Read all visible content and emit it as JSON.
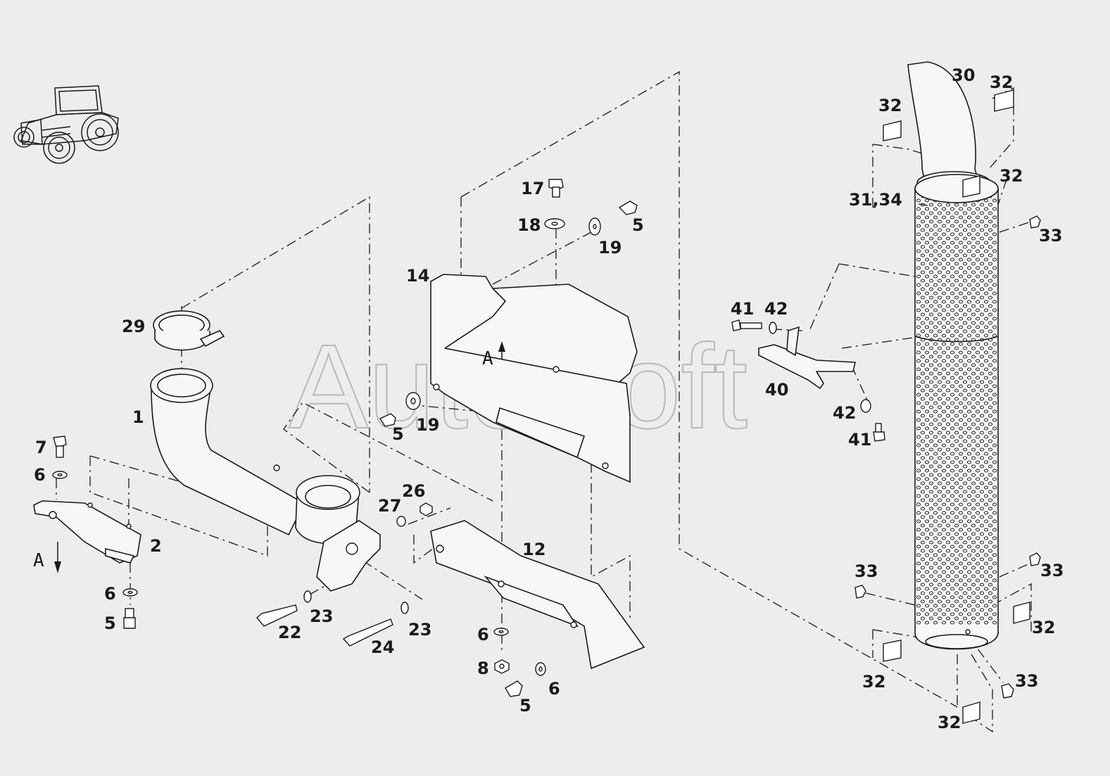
{
  "watermark": "AutoSoft",
  "view_markers": [
    "A",
    "A"
  ],
  "callouts": [
    {
      "id": "c30",
      "text": "30"
    },
    {
      "id": "c32a",
      "text": "32"
    },
    {
      "id": "c32b",
      "text": "32"
    },
    {
      "id": "c32c",
      "text": "32"
    },
    {
      "id": "c3134",
      "text": "31,34"
    },
    {
      "id": "c33a",
      "text": "33"
    },
    {
      "id": "c17",
      "text": "17"
    },
    {
      "id": "c18",
      "text": "18"
    },
    {
      "id": "c5a",
      "text": "5"
    },
    {
      "id": "c19a",
      "text": "19"
    },
    {
      "id": "c14",
      "text": "14"
    },
    {
      "id": "c29",
      "text": "29"
    },
    {
      "id": "c41a",
      "text": "41"
    },
    {
      "id": "c42a",
      "text": "42"
    },
    {
      "id": "c40",
      "text": "40"
    },
    {
      "id": "c42b",
      "text": "42"
    },
    {
      "id": "c41b",
      "text": "41"
    },
    {
      "id": "c1",
      "text": "1"
    },
    {
      "id": "c5b",
      "text": "5"
    },
    {
      "id": "c19b",
      "text": "19"
    },
    {
      "id": "c7",
      "text": "7"
    },
    {
      "id": "c6a",
      "text": "6"
    },
    {
      "id": "c26",
      "text": "26"
    },
    {
      "id": "c27",
      "text": "27"
    },
    {
      "id": "c2",
      "text": "2"
    },
    {
      "id": "c12",
      "text": "12"
    },
    {
      "id": "c33b",
      "text": "33"
    },
    {
      "id": "c33c",
      "text": "33"
    },
    {
      "id": "c6b",
      "text": "6"
    },
    {
      "id": "c5c",
      "text": "5"
    },
    {
      "id": "c23a",
      "text": "23"
    },
    {
      "id": "c22",
      "text": "22"
    },
    {
      "id": "c23b",
      "text": "23"
    },
    {
      "id": "c24",
      "text": "24"
    },
    {
      "id": "c6c",
      "text": "6"
    },
    {
      "id": "c8",
      "text": "8"
    },
    {
      "id": "c6d",
      "text": "6"
    },
    {
      "id": "c5d",
      "text": "5"
    },
    {
      "id": "c32d",
      "text": "32"
    },
    {
      "id": "c32e",
      "text": "32"
    },
    {
      "id": "c33d",
      "text": "33"
    },
    {
      "id": "c32f",
      "text": "32"
    }
  ]
}
